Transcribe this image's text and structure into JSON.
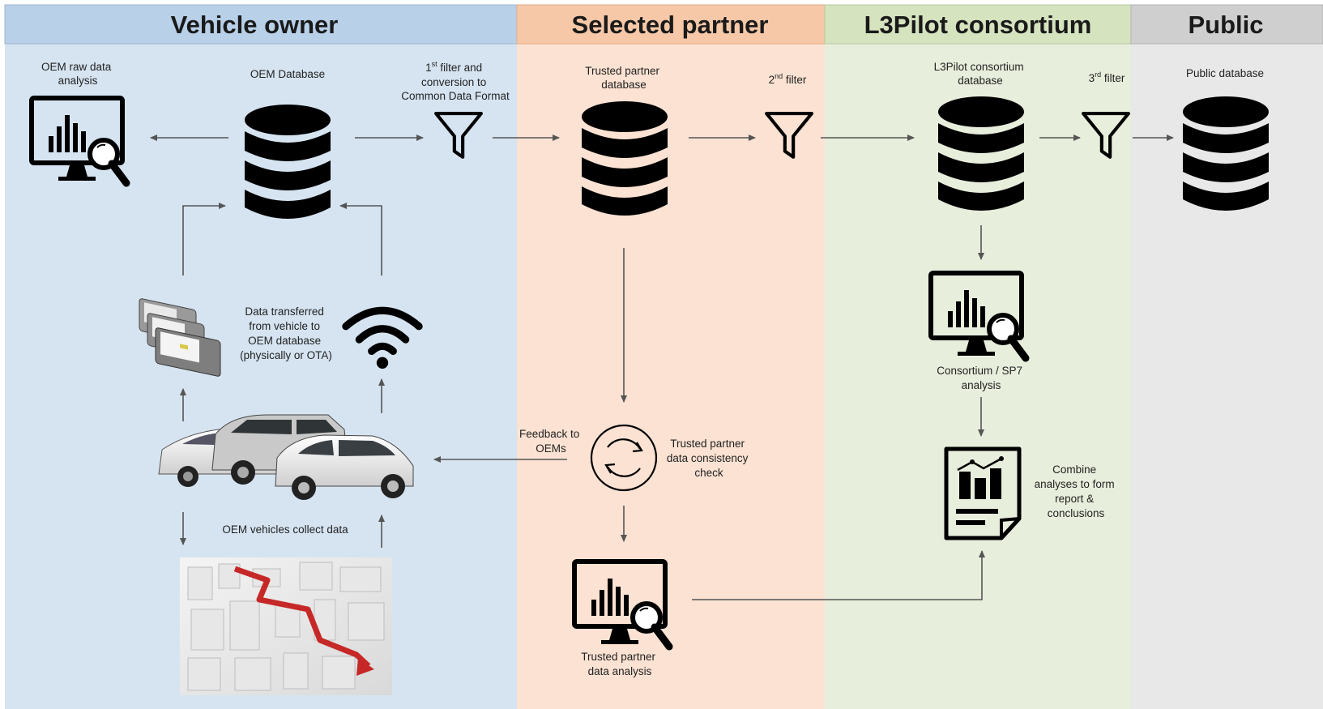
{
  "lanes": [
    {
      "title": "Vehicle owner",
      "bg": "#d6e4f1",
      "header": "#b8d0e8"
    },
    {
      "title": "Selected partner",
      "bg": "#fbe2d3",
      "header": "#f6c8a8"
    },
    {
      "title": "L3Pilot consortium",
      "bg": "#e8eedc",
      "header": "#d5e3bf"
    },
    {
      "title": "Public",
      "bg": "#e8e8e8",
      "header": "#cfcfcf"
    }
  ],
  "labels": {
    "oem_raw_analysis": [
      "OEM raw data",
      "analysis"
    ],
    "oem_database": [
      "OEM Database"
    ],
    "filter1": {
      "num": "1",
      "sup": "st",
      "rest": " filter and",
      "lines": [
        "conversion to",
        "Common Data Format"
      ]
    },
    "trusted_db": [
      "Trusted partner",
      "database"
    ],
    "filter2": {
      "num": "2",
      "sup": "nd",
      "rest": " filter"
    },
    "l3_db": [
      "L3Pilot consortium",
      "database"
    ],
    "filter3": {
      "num": "3",
      "sup": "rd",
      "rest": " filter"
    },
    "public_db": [
      "Public database"
    ],
    "data_transferred": [
      "Data transferred",
      "from vehicle to",
      "OEM database",
      "(physically or OTA)"
    ],
    "feedback": [
      "Feedback to",
      "OEMs"
    ],
    "consistency": [
      "Trusted partner",
      "data consistency",
      "check"
    ],
    "collect": [
      "OEM vehicles collect data"
    ],
    "trusted_analysis": [
      "Trusted partner",
      "data analysis"
    ],
    "consortium_analysis": [
      "Consortium / SP7",
      "analysis"
    ],
    "combine": [
      "Combine",
      "analyses to form",
      "report &",
      "conclusions"
    ]
  },
  "icons": {
    "monitor": "monitor-analysis-icon",
    "database": "database-icon",
    "filter": "filter-funnel-icon",
    "wifi": "wifi-icon",
    "hdd": "hard-drives-icon",
    "cars": "vehicles-icon",
    "map": "city-route-map-icon",
    "refresh": "consistency-check-icon",
    "report": "report-document-icon"
  }
}
